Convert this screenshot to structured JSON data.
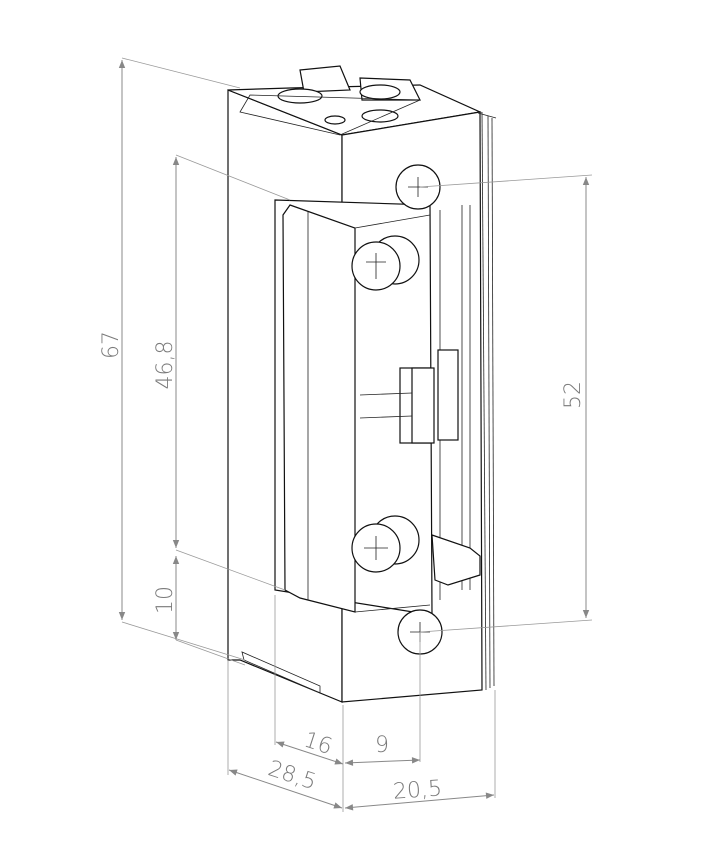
{
  "drawing": {
    "subject": "electric door strike",
    "units": "mm",
    "line_color": "#111111",
    "dimension_color": "#7a7a7a"
  },
  "dimensions": {
    "overall_height": "67",
    "latch_height": "46,8",
    "bottom_offset": "10",
    "screw_spacing": "52",
    "latch_depth": "16",
    "screw_offset": "9",
    "total_depth": "28,5",
    "faceplate_width": "20,5"
  }
}
